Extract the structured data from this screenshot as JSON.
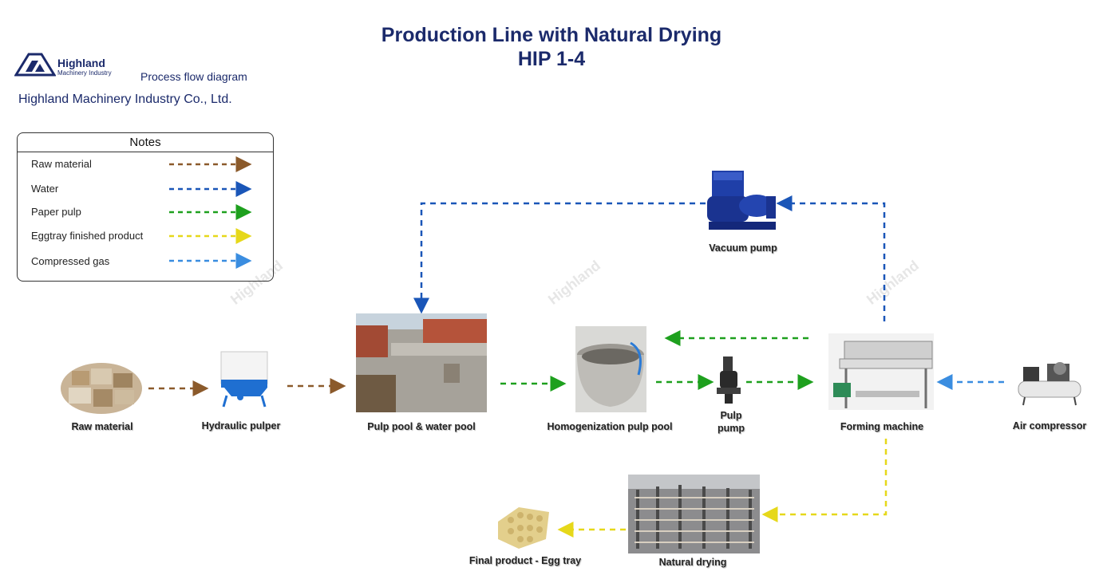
{
  "header": {
    "title_line1": "Production Line with Natural Drying",
    "title_line2": "HIP 1-4"
  },
  "brand": {
    "logo_name": "Highland",
    "logo_sub": "Machinery Industry",
    "subtitle": "Process flow diagram",
    "company": "Highland Machinery Industry Co., Ltd.",
    "watermark": "Highland"
  },
  "notes": {
    "title": "Notes",
    "items": [
      {
        "label": "Raw material",
        "color": "#8b5a2b"
      },
      {
        "label": "Water",
        "color": "#1a56b8"
      },
      {
        "label": "Paper pulp",
        "color": "#1ea01e"
      },
      {
        "label": "Eggtray finished product",
        "color": "#e6d81a"
      },
      {
        "label": "Compressed gas",
        "color": "#3a8de0"
      }
    ]
  },
  "nodes": {
    "raw_material": "Raw material",
    "hydraulic_pulper": "Hydraulic pulper",
    "pulp_pool": "Pulp pool & water pool",
    "homogenization": "Homogenization pulp pool",
    "pulp_pump_line1": "Pulp",
    "pulp_pump_line2": "pump",
    "forming_machine": "Forming machine",
    "air_compressor": "Air compressor",
    "vacuum_pump": "Vacuum pump",
    "natural_drying": "Natural drying",
    "final_product": "Final product - Egg tray"
  }
}
